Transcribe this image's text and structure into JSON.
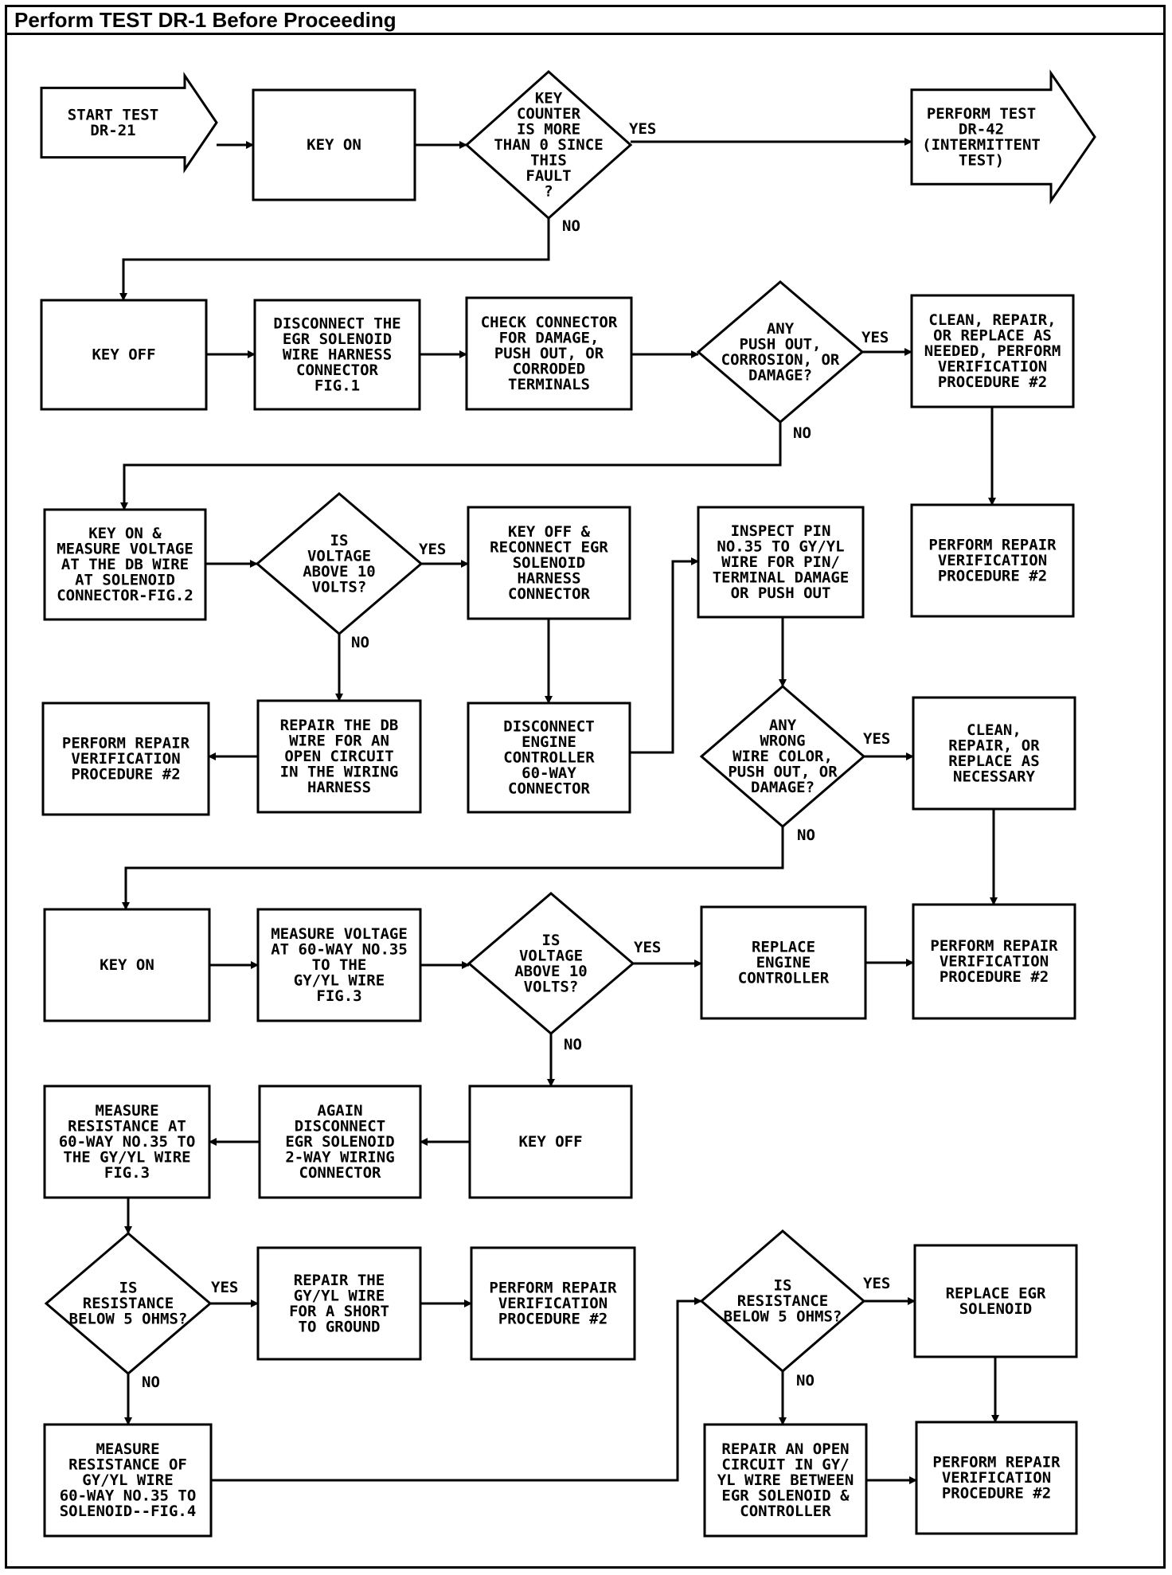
{
  "title": "Perform TEST DR-1 Before Proceeding",
  "nodes": [
    {
      "id": "n1",
      "shape": "arrow",
      "lines": [
        "START TEST",
        "DR-21"
      ]
    },
    {
      "id": "n2",
      "shape": "box",
      "lines": [
        "KEY ON"
      ]
    },
    {
      "id": "n3",
      "shape": "diamond",
      "lines": [
        "KEY",
        "COUNTER",
        "IS MORE",
        "THAN 0 SINCE",
        "THIS",
        "FAULT",
        "?"
      ]
    },
    {
      "id": "n4",
      "shape": "arrow",
      "lines": [
        "PERFORM TEST",
        "DR-42",
        "(INTERMITTENT",
        "TEST)"
      ]
    },
    {
      "id": "n5",
      "shape": "box",
      "lines": [
        "KEY OFF"
      ]
    },
    {
      "id": "n6",
      "shape": "box",
      "lines": [
        "DISCONNECT THE",
        "EGR SOLENOID",
        "WIRE HARNESS",
        "CONNECTOR",
        "FIG.1"
      ]
    },
    {
      "id": "n7",
      "shape": "box",
      "lines": [
        "CHECK CONNECTOR",
        "FOR DAMAGE,",
        "PUSH OUT, OR",
        "CORRODED",
        "TERMINALS"
      ]
    },
    {
      "id": "n8",
      "shape": "diamond",
      "lines": [
        "ANY",
        "PUSH OUT,",
        "CORROSION, OR",
        "DAMAGE?"
      ]
    },
    {
      "id": "n9",
      "shape": "box",
      "lines": [
        "CLEAN, REPAIR,",
        "OR REPLACE AS",
        "NEEDED, PERFORM",
        "VERIFICATION",
        "PROCEDURE #2"
      ]
    },
    {
      "id": "n10",
      "shape": "box",
      "lines": [
        "KEY ON &",
        "MEASURE VOLTAGE",
        "AT THE DB WIRE",
        "AT SOLENOID",
        "CONNECTOR-FIG.2"
      ]
    },
    {
      "id": "n11",
      "shape": "diamond",
      "lines": [
        "IS",
        "VOLTAGE",
        "ABOVE 10",
        "VOLTS?"
      ]
    },
    {
      "id": "n12",
      "shape": "box",
      "lines": [
        "KEY OFF &",
        "RECONNECT EGR",
        "SOLENOID",
        "HARNESS",
        "CONNECTOR"
      ]
    },
    {
      "id": "n13",
      "shape": "box",
      "lines": [
        "INSPECT PIN",
        "NO.35 TO GY/YL",
        "WIRE FOR PIN/",
        "TERMINAL DAMAGE",
        "OR PUSH OUT"
      ]
    },
    {
      "id": "n14",
      "shape": "box",
      "lines": [
        "PERFORM REPAIR",
        "VERIFICATION",
        "PROCEDURE #2"
      ]
    },
    {
      "id": "n15",
      "shape": "box",
      "lines": [
        "PERFORM REPAIR",
        "VERIFICATION",
        "PROCEDURE #2"
      ]
    },
    {
      "id": "n16",
      "shape": "box",
      "lines": [
        "REPAIR THE DB",
        "WIRE FOR AN",
        "OPEN CIRCUIT",
        "IN THE WIRING",
        "HARNESS"
      ]
    },
    {
      "id": "n17",
      "shape": "box",
      "lines": [
        "DISCONNECT",
        "ENGINE",
        "CONTROLLER",
        "60-WAY",
        "CONNECTOR"
      ]
    },
    {
      "id": "n18",
      "shape": "diamond",
      "lines": [
        "ANY",
        "WRONG",
        "WIRE COLOR,",
        "PUSH OUT, OR",
        "DAMAGE?"
      ]
    },
    {
      "id": "n19",
      "shape": "box",
      "lines": [
        "CLEAN,",
        "REPAIR, OR",
        "REPLACE AS",
        "NECESSARY"
      ]
    },
    {
      "id": "n20",
      "shape": "box",
      "lines": [
        "KEY ON"
      ]
    },
    {
      "id": "n21",
      "shape": "box",
      "lines": [
        "MEASURE VOLTAGE",
        "AT 60-WAY NO.35",
        "TO THE",
        "GY/YL WIRE",
        "FIG.3"
      ]
    },
    {
      "id": "n22",
      "shape": "diamond",
      "lines": [
        "IS",
        "VOLTAGE",
        "ABOVE 10",
        "VOLTS?"
      ]
    },
    {
      "id": "n23",
      "shape": "box",
      "lines": [
        "REPLACE",
        "ENGINE",
        "CONTROLLER"
      ]
    },
    {
      "id": "n24",
      "shape": "box",
      "lines": [
        "PERFORM REPAIR",
        "VERIFICATION",
        "PROCEDURE #2"
      ]
    },
    {
      "id": "n25",
      "shape": "box",
      "lines": [
        "MEASURE",
        "RESISTANCE AT",
        "60-WAY NO.35 TO",
        "THE GY/YL WIRE",
        "FIG.3"
      ]
    },
    {
      "id": "n26",
      "shape": "box",
      "lines": [
        "AGAIN",
        "DISCONNECT",
        "EGR SOLENOID",
        "2-WAY WIRING",
        "CONNECTOR"
      ]
    },
    {
      "id": "n27",
      "shape": "box",
      "lines": [
        "KEY OFF"
      ]
    },
    {
      "id": "n28",
      "shape": "diamond",
      "lines": [
        "IS",
        "RESISTANCE",
        "BELOW 5 OHMS?"
      ]
    },
    {
      "id": "n29",
      "shape": "box",
      "lines": [
        "REPAIR THE",
        "GY/YL WIRE",
        "FOR A SHORT",
        "TO GROUND"
      ]
    },
    {
      "id": "n30",
      "shape": "box",
      "lines": [
        "PERFORM REPAIR",
        "VERIFICATION",
        "PROCEDURE #2"
      ]
    },
    {
      "id": "n31",
      "shape": "diamond",
      "lines": [
        "IS",
        "RESISTANCE",
        "BELOW 5 OHMS?"
      ]
    },
    {
      "id": "n32",
      "shape": "box",
      "lines": [
        "REPLACE EGR",
        "SOLENOID"
      ]
    },
    {
      "id": "n33",
      "shape": "box",
      "lines": [
        "MEASURE",
        "RESISTANCE OF",
        "GY/YL WIRE",
        "60-WAY NO.35 TO",
        "SOLENOID--FIG.4"
      ]
    },
    {
      "id": "n34",
      "shape": "box",
      "lines": [
        "REPAIR AN OPEN",
        "CIRCUIT IN GY/",
        "YL WIRE BETWEEN",
        "EGR SOLENOID &",
        "CONTROLLER"
      ]
    },
    {
      "id": "n35",
      "shape": "box",
      "lines": [
        "PERFORM REPAIR",
        "VERIFICATION",
        "PROCEDURE #2"
      ]
    }
  ],
  "edges": [
    {
      "from": "n1",
      "to": "n2",
      "label": ""
    },
    {
      "from": "n2",
      "to": "n3",
      "label": ""
    },
    {
      "from": "n3",
      "to": "n4",
      "label": "YES"
    },
    {
      "from": "n3",
      "to": "n5",
      "label": "NO"
    },
    {
      "from": "n5",
      "to": "n6",
      "label": ""
    },
    {
      "from": "n6",
      "to": "n7",
      "label": ""
    },
    {
      "from": "n7",
      "to": "n8",
      "label": ""
    },
    {
      "from": "n8",
      "to": "n9",
      "label": "YES"
    },
    {
      "from": "n8",
      "to": "n10",
      "label": "NO"
    },
    {
      "from": "n9",
      "to": "n14",
      "label": ""
    },
    {
      "from": "n10",
      "to": "n11",
      "label": ""
    },
    {
      "from": "n11",
      "to": "n12",
      "label": "YES"
    },
    {
      "from": "n11",
      "to": "n16",
      "label": "NO"
    },
    {
      "from": "n16",
      "to": "n15",
      "label": ""
    },
    {
      "from": "n12",
      "to": "n17",
      "label": ""
    },
    {
      "from": "n17",
      "to": "n13",
      "label": ""
    },
    {
      "from": "n13",
      "to": "n18",
      "label": ""
    },
    {
      "from": "n18",
      "to": "n19",
      "label": "YES"
    },
    {
      "from": "n19",
      "to": "n24",
      "label": ""
    },
    {
      "from": "n18",
      "to": "n20",
      "label": "NO"
    },
    {
      "from": "n20",
      "to": "n21",
      "label": ""
    },
    {
      "from": "n21",
      "to": "n22",
      "label": ""
    },
    {
      "from": "n22",
      "to": "n23",
      "label": "YES"
    },
    {
      "from": "n23",
      "to": "n24",
      "label": ""
    },
    {
      "from": "n22",
      "to": "n27",
      "label": "NO"
    },
    {
      "from": "n27",
      "to": "n26",
      "label": ""
    },
    {
      "from": "n26",
      "to": "n25",
      "label": ""
    },
    {
      "from": "n25",
      "to": "n28",
      "label": ""
    },
    {
      "from": "n28",
      "to": "n29",
      "label": "YES"
    },
    {
      "from": "n29",
      "to": "n30",
      "label": ""
    },
    {
      "from": "n28",
      "to": "n33",
      "label": "NO"
    },
    {
      "from": "n33",
      "to": "n31",
      "label": ""
    },
    {
      "from": "n31",
      "to": "n32",
      "label": "YES"
    },
    {
      "from": "n32",
      "to": "n35",
      "label": ""
    },
    {
      "from": "n31",
      "to": "n34",
      "label": "NO"
    },
    {
      "from": "n34",
      "to": "n35",
      "label": ""
    }
  ]
}
